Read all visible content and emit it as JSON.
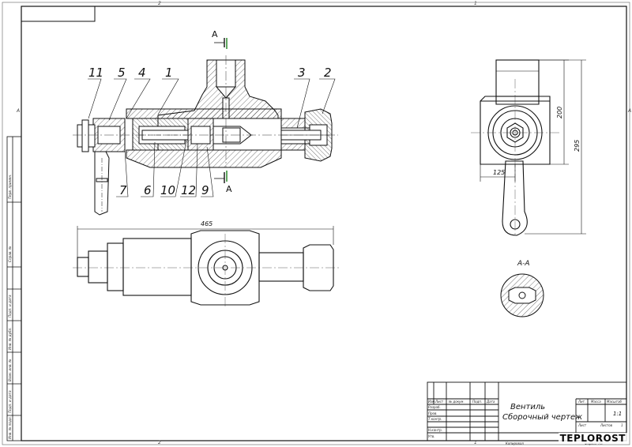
{
  "drawing": {
    "title_line1": "Вентиль",
    "title_line2": "Сборочный чертеж",
    "section_label": "А-А",
    "section_marker": "А",
    "scale": "1:1",
    "watermark": "TEPLOROST"
  },
  "callouts": {
    "top": [
      "11",
      "5",
      "4",
      "1",
      "3",
      "2"
    ],
    "bottom": [
      "7",
      "6",
      "10",
      "12",
      "9"
    ]
  },
  "dimensions": {
    "length_plan": "465",
    "height_side": "200",
    "height_total": "295",
    "width_side": "125"
  },
  "zones": {
    "top_a": "2",
    "top_b": "1",
    "bottom_a": "2",
    "bottom_b": "1",
    "left": "А",
    "right": "А"
  },
  "title_block": {
    "col_izm": "Изм.",
    "col_list": "Лист",
    "col_doc": "№ докум.",
    "col_sign": "Подп.",
    "col_date": "Дата",
    "row_razrab": "Разраб.",
    "row_prov": "Пров.",
    "row_tkontr": "Т.контр.",
    "row_nkontr": "Н.контр.",
    "row_utv": "Утв.",
    "lit": "Лит.",
    "mass": "Масса",
    "scale_hdr": "Масштаб",
    "sheet": "Лист",
    "sheets": "Листов",
    "sheets_val": "1",
    "copied": "Копировал",
    "format": "Формат A3"
  },
  "side_stamp": [
    "Перв. примен.",
    "Справ. №",
    "Подп. и дата",
    "Инв. № дубл.",
    "Взам. инв. №",
    "Подп. и дата",
    "Инв. № подл."
  ]
}
